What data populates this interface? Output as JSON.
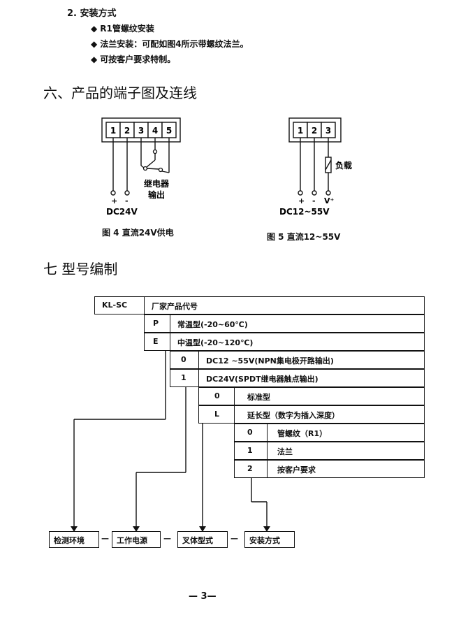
{
  "install": {
    "title": "2. 安装方式",
    "bullets": [
      "R1管螺纹安装",
      "法兰安装：可配如图4所示带螺纹法兰。",
      "可按客户要求特制。"
    ]
  },
  "section6": {
    "title": "六、产品的端子图及连线",
    "fig4": {
      "terminals": [
        "1",
        "2",
        "3",
        "4",
        "5"
      ],
      "relay_label_1": "继电器",
      "relay_label_2": "输出",
      "plus": "+",
      "minus": "-",
      "supply": "DC24V",
      "caption": "图 4  直流24V供电"
    },
    "fig5": {
      "terminals": [
        "1",
        "2",
        "3"
      ],
      "load_label": "负载",
      "plus": "+",
      "minus": "-",
      "vplus": "V⁺",
      "supply": "DC12~55V",
      "caption": "图 5  直流12~55V"
    }
  },
  "section7": {
    "title": "七  型号编制",
    "code": {
      "prefix": "KL-SC",
      "prefix_desc": "厂家产品代号",
      "rows": [
        {
          "code": "P",
          "desc": "常温型(-20~60℃)"
        },
        {
          "code": "E",
          "desc": "中温型(-20~120℃)"
        },
        {
          "code": "0",
          "desc": "DC12  ~55V(NPN集电极开路输出)"
        },
        {
          "code": "1",
          "desc": "DC24V(SPDT继电器触点输出)"
        },
        {
          "code": "0",
          "desc": "标准型"
        },
        {
          "code": "L",
          "desc": "延长型（数字为插入深度）"
        },
        {
          "code": "0",
          "desc": "管螺纹（R1）"
        },
        {
          "code": "1",
          "desc": "法兰"
        },
        {
          "code": "2",
          "desc": "按客户要求"
        }
      ],
      "bottom": [
        "检测环境",
        "工作电源",
        "叉体型式",
        "安装方式"
      ],
      "dash": "—"
    }
  },
  "page_number": "— 3—"
}
